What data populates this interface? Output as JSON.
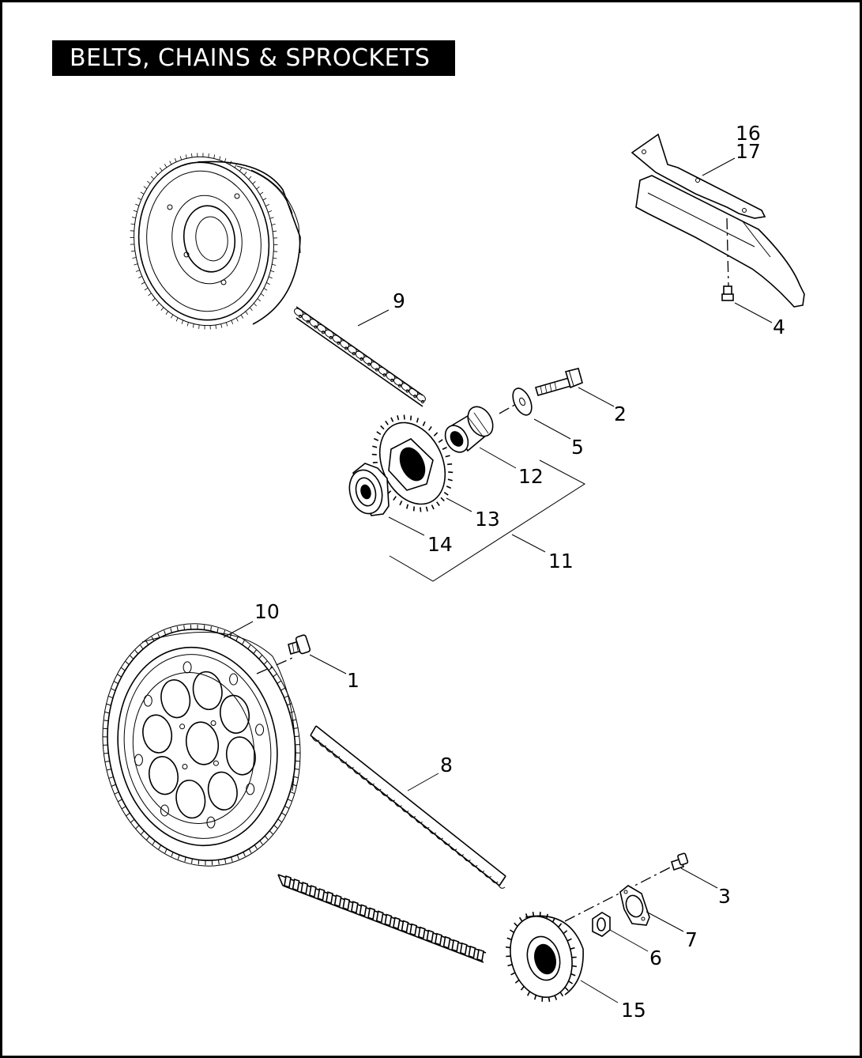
{
  "title": "BELTS, CHAINS & SPROCKETS",
  "colors": {
    "ink": "#000000",
    "paper": "#ffffff",
    "title_bg": "#000000",
    "title_text": "#ffffff"
  },
  "parts": [
    {
      "id": "clutch-shell-sprocket"
    },
    {
      "id": "primary-chain",
      "ref": "9"
    },
    {
      "id": "chain-guard-bracket",
      "refs": [
        "16",
        "17"
      ]
    },
    {
      "id": "screw",
      "ref": "4"
    },
    {
      "id": "bolt",
      "ref": "2"
    },
    {
      "id": "washer",
      "ref": "5"
    },
    {
      "id": "sprocket-shaft-extension",
      "ref": "12"
    },
    {
      "id": "engine-sprocket",
      "ref": "13"
    },
    {
      "id": "compensator-cam",
      "ref": "14"
    },
    {
      "id": "compensating-sprocket-kit",
      "ref": "11"
    },
    {
      "id": "rear-belt-sprocket",
      "ref": "10"
    },
    {
      "id": "sprocket-bolt",
      "ref": "1"
    },
    {
      "id": "secondary-drive-belt",
      "ref": "8"
    },
    {
      "id": "pulley-screw",
      "ref": "3"
    },
    {
      "id": "lock-plate",
      "ref": "7"
    },
    {
      "id": "pulley-nut",
      "ref": "6"
    },
    {
      "id": "transmission-pulley",
      "ref": "15"
    }
  ],
  "callouts": {
    "c1": "1",
    "c2": "2",
    "c3": "3",
    "c4": "4",
    "c5": "5",
    "c6": "6",
    "c7": "7",
    "c8": "8",
    "c9": "9",
    "c10": "10",
    "c11": "11",
    "c12": "12",
    "c13": "13",
    "c14": "14",
    "c15": "15",
    "c16": "16",
    "c17": "17"
  }
}
